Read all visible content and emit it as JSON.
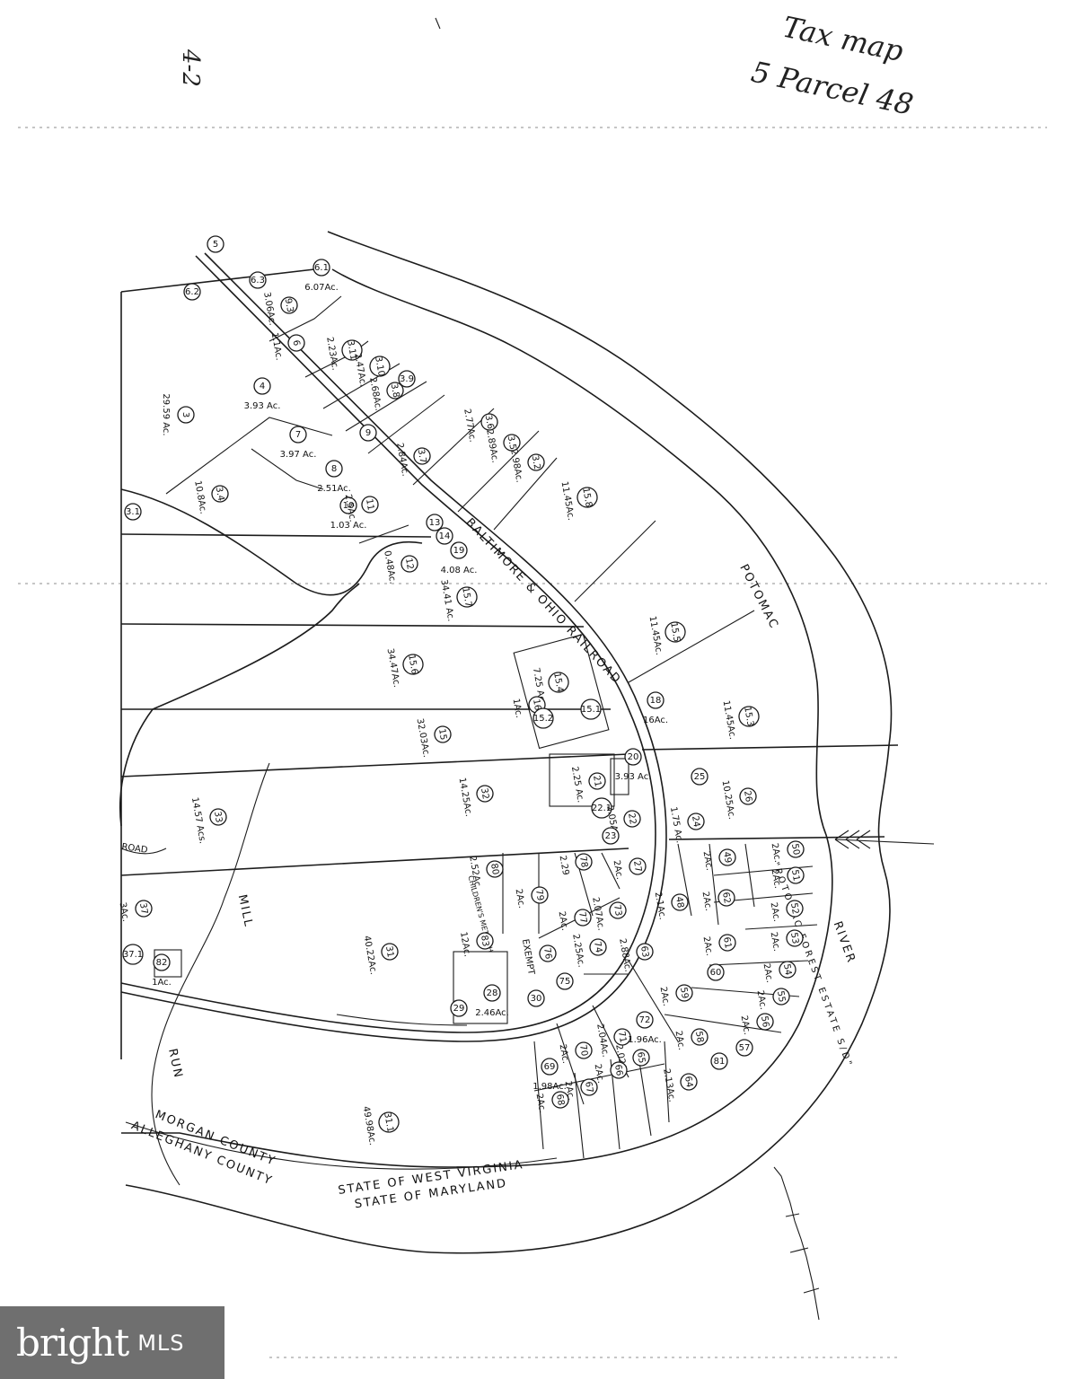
{
  "header": {
    "page_label": "4-2",
    "note_line1": "Tax map",
    "note_line2": "5 Parcel 48"
  },
  "map_text": {
    "railroad": "BALTIMORE & OHIO RAILROAD",
    "river_potomac": "POTOMAC",
    "river_word": "RIVER",
    "subdivision": "\"POTOMAC FOREST ESTATE S/D\"",
    "mill": "MILL",
    "run": "RUN",
    "road": "ROAD",
    "morgan": "MORGAN COUNTY",
    "allegany": "ALLEGHANY COUNTY",
    "west_virginia": "STATE OF WEST VIRGINIA",
    "maryland": "STATE OF MARYLAND",
    "church": "CHILDREN'S METH CH"
  },
  "parcels": [
    {
      "id": "5",
      "acres": ""
    },
    {
      "id": "6.1",
      "acres": "6.07Ac."
    },
    {
      "id": "6.2",
      "acres": ""
    },
    {
      "id": "6.3",
      "acres": ""
    },
    {
      "id": "9.3",
      "acres": "3.06Ac."
    },
    {
      "id": "3",
      "acres": "29.59 Ac."
    },
    {
      "id": "4",
      "acres": "3.93 Ac."
    },
    {
      "id": "6",
      "acres": "1.1Ac."
    },
    {
      "id": "3.11",
      "acres": "2.23Ac."
    },
    {
      "id": "3.10",
      "acres": "2.47Ac."
    },
    {
      "id": "3.8",
      "acres": "2.68Ac."
    },
    {
      "id": "3.9",
      "acres": ""
    },
    {
      "id": "3.7",
      "acres": "2.84Ac."
    },
    {
      "id": "3.6",
      "acres": "2.77Ac."
    },
    {
      "id": "3.5",
      "acres": "2.89Ac."
    },
    {
      "id": "3.2",
      "acres": "2.98Ac."
    },
    {
      "id": "7",
      "acres": "3.97 Ac."
    },
    {
      "id": "8",
      "acres": "2.51Ac."
    },
    {
      "id": "9",
      "acres": ""
    },
    {
      "id": "3.4",
      "acres": "10.8Ac."
    },
    {
      "id": "10",
      "acres": "1.03 Ac."
    },
    {
      "id": "11",
      "acres": "2.5Ac."
    },
    {
      "id": "3.1",
      "acres": ""
    },
    {
      "id": "12",
      "acres": "0.48Ac."
    },
    {
      "id": "13",
      "acres": ""
    },
    {
      "id": "14",
      "acres": ""
    },
    {
      "id": "19",
      "acres": "4.08 Ac."
    },
    {
      "id": "15.8",
      "acres": "11.45Ac."
    },
    {
      "id": "15.7",
      "acres": "34.41 Ac."
    },
    {
      "id": "15.5",
      "acres": "11.45Ac."
    },
    {
      "id": "15.6",
      "acres": "34.47Ac."
    },
    {
      "id": "15",
      "acres": "32.03Ac."
    },
    {
      "id": "15.4",
      "acres": "7.25 Ac."
    },
    {
      "id": "16",
      "acres": "1Ac."
    },
    {
      "id": "15.1",
      "acres": ""
    },
    {
      "id": "15.2",
      "acres": ""
    },
    {
      "id": "18",
      "acres": "16Ac."
    },
    {
      "id": "15.3",
      "acres": "11.45Ac."
    },
    {
      "id": "20",
      "acres": "3.93 Ac."
    },
    {
      "id": "21",
      "acres": "2.25 Ac."
    },
    {
      "id": "22.1",
      "acres": ""
    },
    {
      "id": "22",
      "acres": "2.05Ac."
    },
    {
      "id": "23",
      "acres": ""
    },
    {
      "id": "25",
      "acres": ""
    },
    {
      "id": "26",
      "acres": "10.25Ac."
    },
    {
      "id": "24",
      "acres": "1.75 Ac."
    },
    {
      "id": "32",
      "acres": "14.25Ac."
    },
    {
      "id": "33",
      "acres": "14.57 Acs."
    },
    {
      "id": "37",
      "acres": "3Ac."
    },
    {
      "id": "37.1",
      "acres": ""
    },
    {
      "id": "82",
      "acres": "1Ac."
    },
    {
      "id": "31",
      "acres": "40.22Ac."
    },
    {
      "id": "31.1",
      "acres": "49.98Ac."
    },
    {
      "id": "27",
      "acres": "2Ac."
    },
    {
      "id": "28",
      "acres": "2.46Ac."
    },
    {
      "id": "29",
      "acres": ""
    },
    {
      "id": "30",
      "acres": ""
    },
    {
      "id": "48",
      "acres": "2.1Ac."
    },
    {
      "id": "49",
      "acres": "2Ac."
    },
    {
      "id": "50",
      "acres": "2Ac."
    },
    {
      "id": "51",
      "acres": "2Ac."
    },
    {
      "id": "52",
      "acres": "2Ac."
    },
    {
      "id": "53",
      "acres": "2Ac."
    },
    {
      "id": "54",
      "acres": "2Ac."
    },
    {
      "id": "55",
      "acres": "2Ac."
    },
    {
      "id": "56",
      "acres": "2Ac."
    },
    {
      "id": "57",
      "acres": ""
    },
    {
      "id": "58",
      "acres": "2Ac."
    },
    {
      "id": "59",
      "acres": "2Ac."
    },
    {
      "id": "60",
      "acres": ""
    },
    {
      "id": "61",
      "acres": "2Ac."
    },
    {
      "id": "62",
      "acres": "2Ac."
    },
    {
      "id": "63",
      "acres": "2.88Ac."
    },
    {
      "id": "64",
      "acres": "2.13Ac."
    },
    {
      "id": "65",
      "acres": "2.02Ac."
    },
    {
      "id": "66",
      "acres": "2Ac."
    },
    {
      "id": "67",
      "acres": "2Ac."
    },
    {
      "id": "68",
      "acres": "2Ac."
    },
    {
      "id": "69",
      "acres": "1.98Ac."
    },
    {
      "id": "70",
      "acres": "2Ac."
    },
    {
      "id": "71",
      "acres": "2.04Ac."
    },
    {
      "id": "72",
      "acres": "1.96Ac."
    },
    {
      "id": "73",
      "acres": "2.07Ac."
    },
    {
      "id": "74",
      "acres": "2.25Ac."
    },
    {
      "id": "75",
      "acres": ""
    },
    {
      "id": "76",
      "acres": "EXEMPT"
    },
    {
      "id": "77",
      "acres": "2Ac."
    },
    {
      "id": "78",
      "acres": "2.29"
    },
    {
      "id": "79",
      "acres": "2Ac."
    },
    {
      "id": "80",
      "acres": "2.52Ac."
    },
    {
      "id": "81",
      "acres": ""
    },
    {
      "id": "83",
      "acres": "12Ac."
    }
  ],
  "watermark": {
    "brand": "bright",
    "suffix": "MLS"
  }
}
